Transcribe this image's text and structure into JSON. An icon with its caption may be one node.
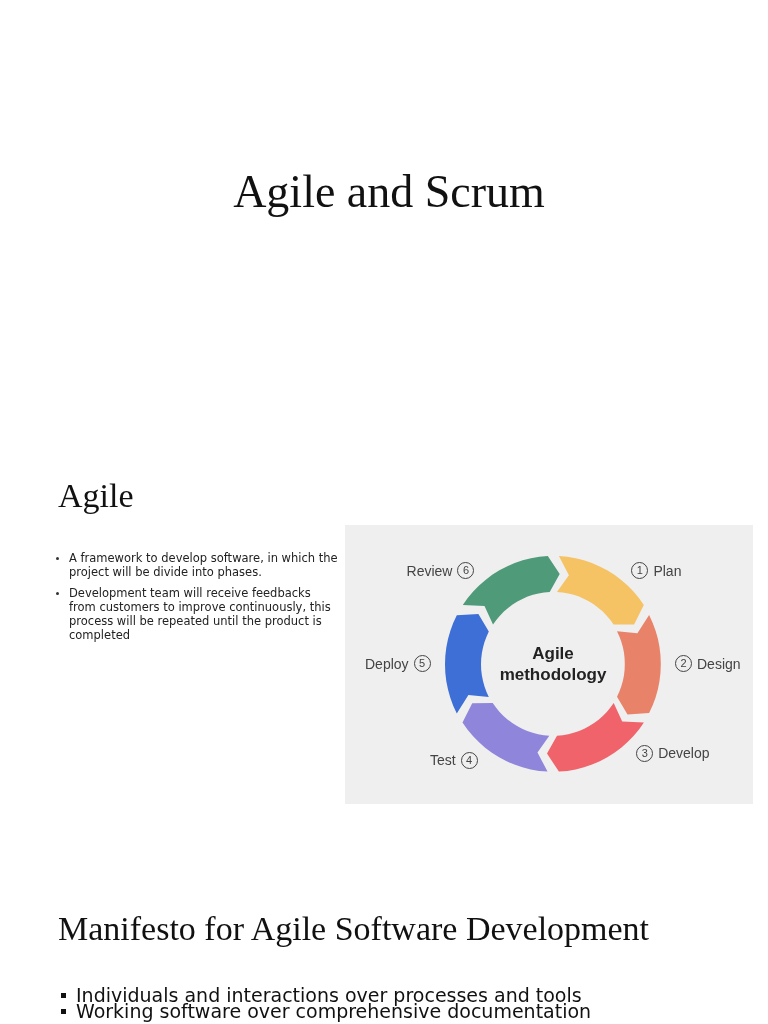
{
  "diagram": {
    "title": "Agile and Scrum",
    "nodes": [
      {
        "text": [
          "1",
          "Plan"
        ]
      },
      {
        "text": [
          "2",
          "Design"
        ]
      },
      {
        "text": [
          "3",
          "Develop"
        ]
      },
      {
        "text": [
          "Test",
          "4"
        ]
      },
      {
        "text": [
          "Deploy",
          "5"
        ]
      },
      {
        "text": [
          "Review",
          "6"
        ]
      }
    ],
    "labels": [
      "Agile",
      "A framework to develop software, in which the project will be divide into phases.",
      "Development team will receive feedbacks from customers to improve continuously, this process will be repeated until the product is completed",
      "Agile methodology",
      "Manifesto for Agile Software Development",
      "Individuals and interactions over processes and tools",
      "Working software over comprehensive documentation"
    ]
  }
}
